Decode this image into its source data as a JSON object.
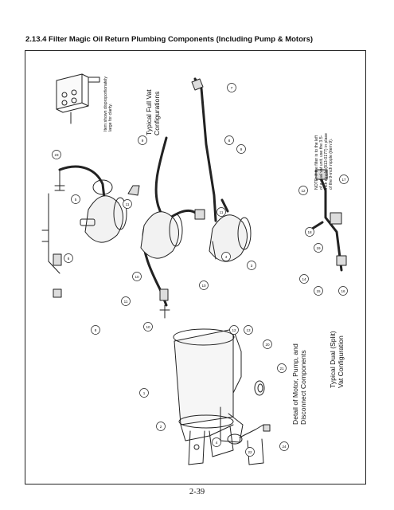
{
  "header": {
    "title": "2.13.4   Filter Magic Oil Return Plumbing Components (Including Pump & Motors)"
  },
  "captions": {
    "disproportionate": [
      "Item shown disproportionately",
      "large for clarity."
    ],
    "full_vat": [
      "Typical Full Vat",
      "Configurations"
    ],
    "note": [
      "NOTE:  If the filter is to the left",
      "of a dual vat unit, use the 3.5-",
      "inch nipple (813-0177) in place",
      "of the 9-inch nipple (item 9)."
    ],
    "detail": [
      "Detail of Motor, Pump, and",
      "Disconnect Components"
    ],
    "split_vat": [
      "Typical Dual (Split)",
      "Vat Configuration"
    ]
  },
  "callouts": [
    "23",
    "5",
    "6",
    "8",
    "9",
    "11",
    "10",
    "10",
    "7",
    "8",
    "9",
    "11",
    "4",
    "3",
    "10",
    "11",
    "12",
    "14",
    "15",
    "16",
    "17",
    "18",
    "19",
    "1",
    "2",
    "4",
    "12",
    "13",
    "20",
    "21",
    "22",
    "24"
  ],
  "footer": {
    "page_number": "2-39"
  }
}
